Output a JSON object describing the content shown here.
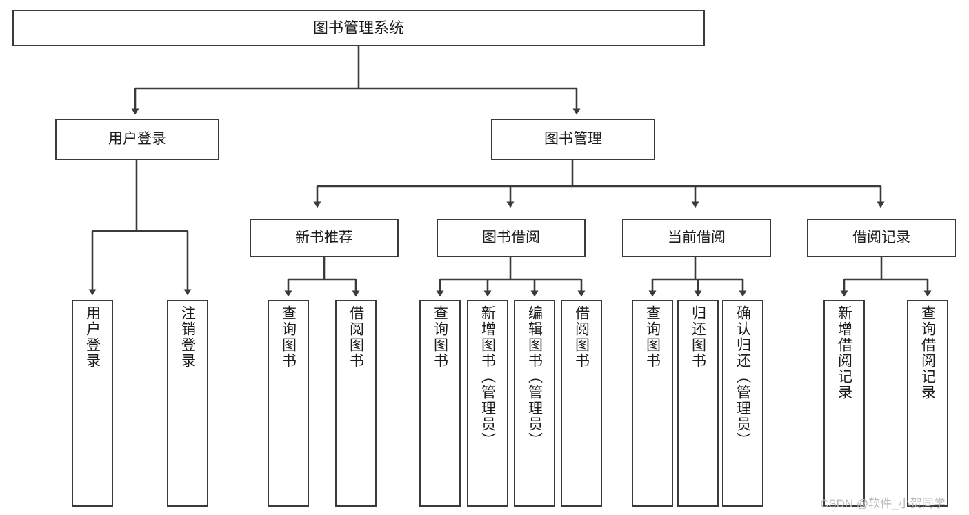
{
  "diagram": {
    "title": "图书管理系统",
    "type": "functional-decomposition-tree",
    "stroke_color": "#3a3a3a",
    "text_color": "#1c1c1c",
    "background_color": "#ffffff",
    "root": {
      "label": "图书管理系统"
    },
    "level2": [
      {
        "label": "用户登录"
      },
      {
        "label": "图书管理"
      }
    ],
    "level3": [
      {
        "label": "新书推荐"
      },
      {
        "label": "图书借阅"
      },
      {
        "label": "当前借阅"
      },
      {
        "label": "借阅记录"
      }
    ],
    "leaves": {
      "user_login": [
        {
          "label": "用户登录"
        },
        {
          "label": "注销登录"
        }
      ],
      "new_book_recommend": [
        {
          "label": "查询图书"
        },
        {
          "label": "借阅图书"
        }
      ],
      "book_borrow": [
        {
          "label": "查询图书"
        },
        {
          "label": "新增图书（管理员）"
        },
        {
          "label": "编辑图书（管理员）"
        },
        {
          "label": "借阅图书"
        }
      ],
      "current_borrow": [
        {
          "label": "查询图书"
        },
        {
          "label": "归还图书"
        },
        {
          "label": "确认归还（管理员）"
        }
      ],
      "borrow_record": [
        {
          "label": "新增借阅记录"
        },
        {
          "label": "查询借阅记录"
        }
      ]
    }
  },
  "watermark": {
    "text": "CSDN @软件_小贺同学"
  }
}
